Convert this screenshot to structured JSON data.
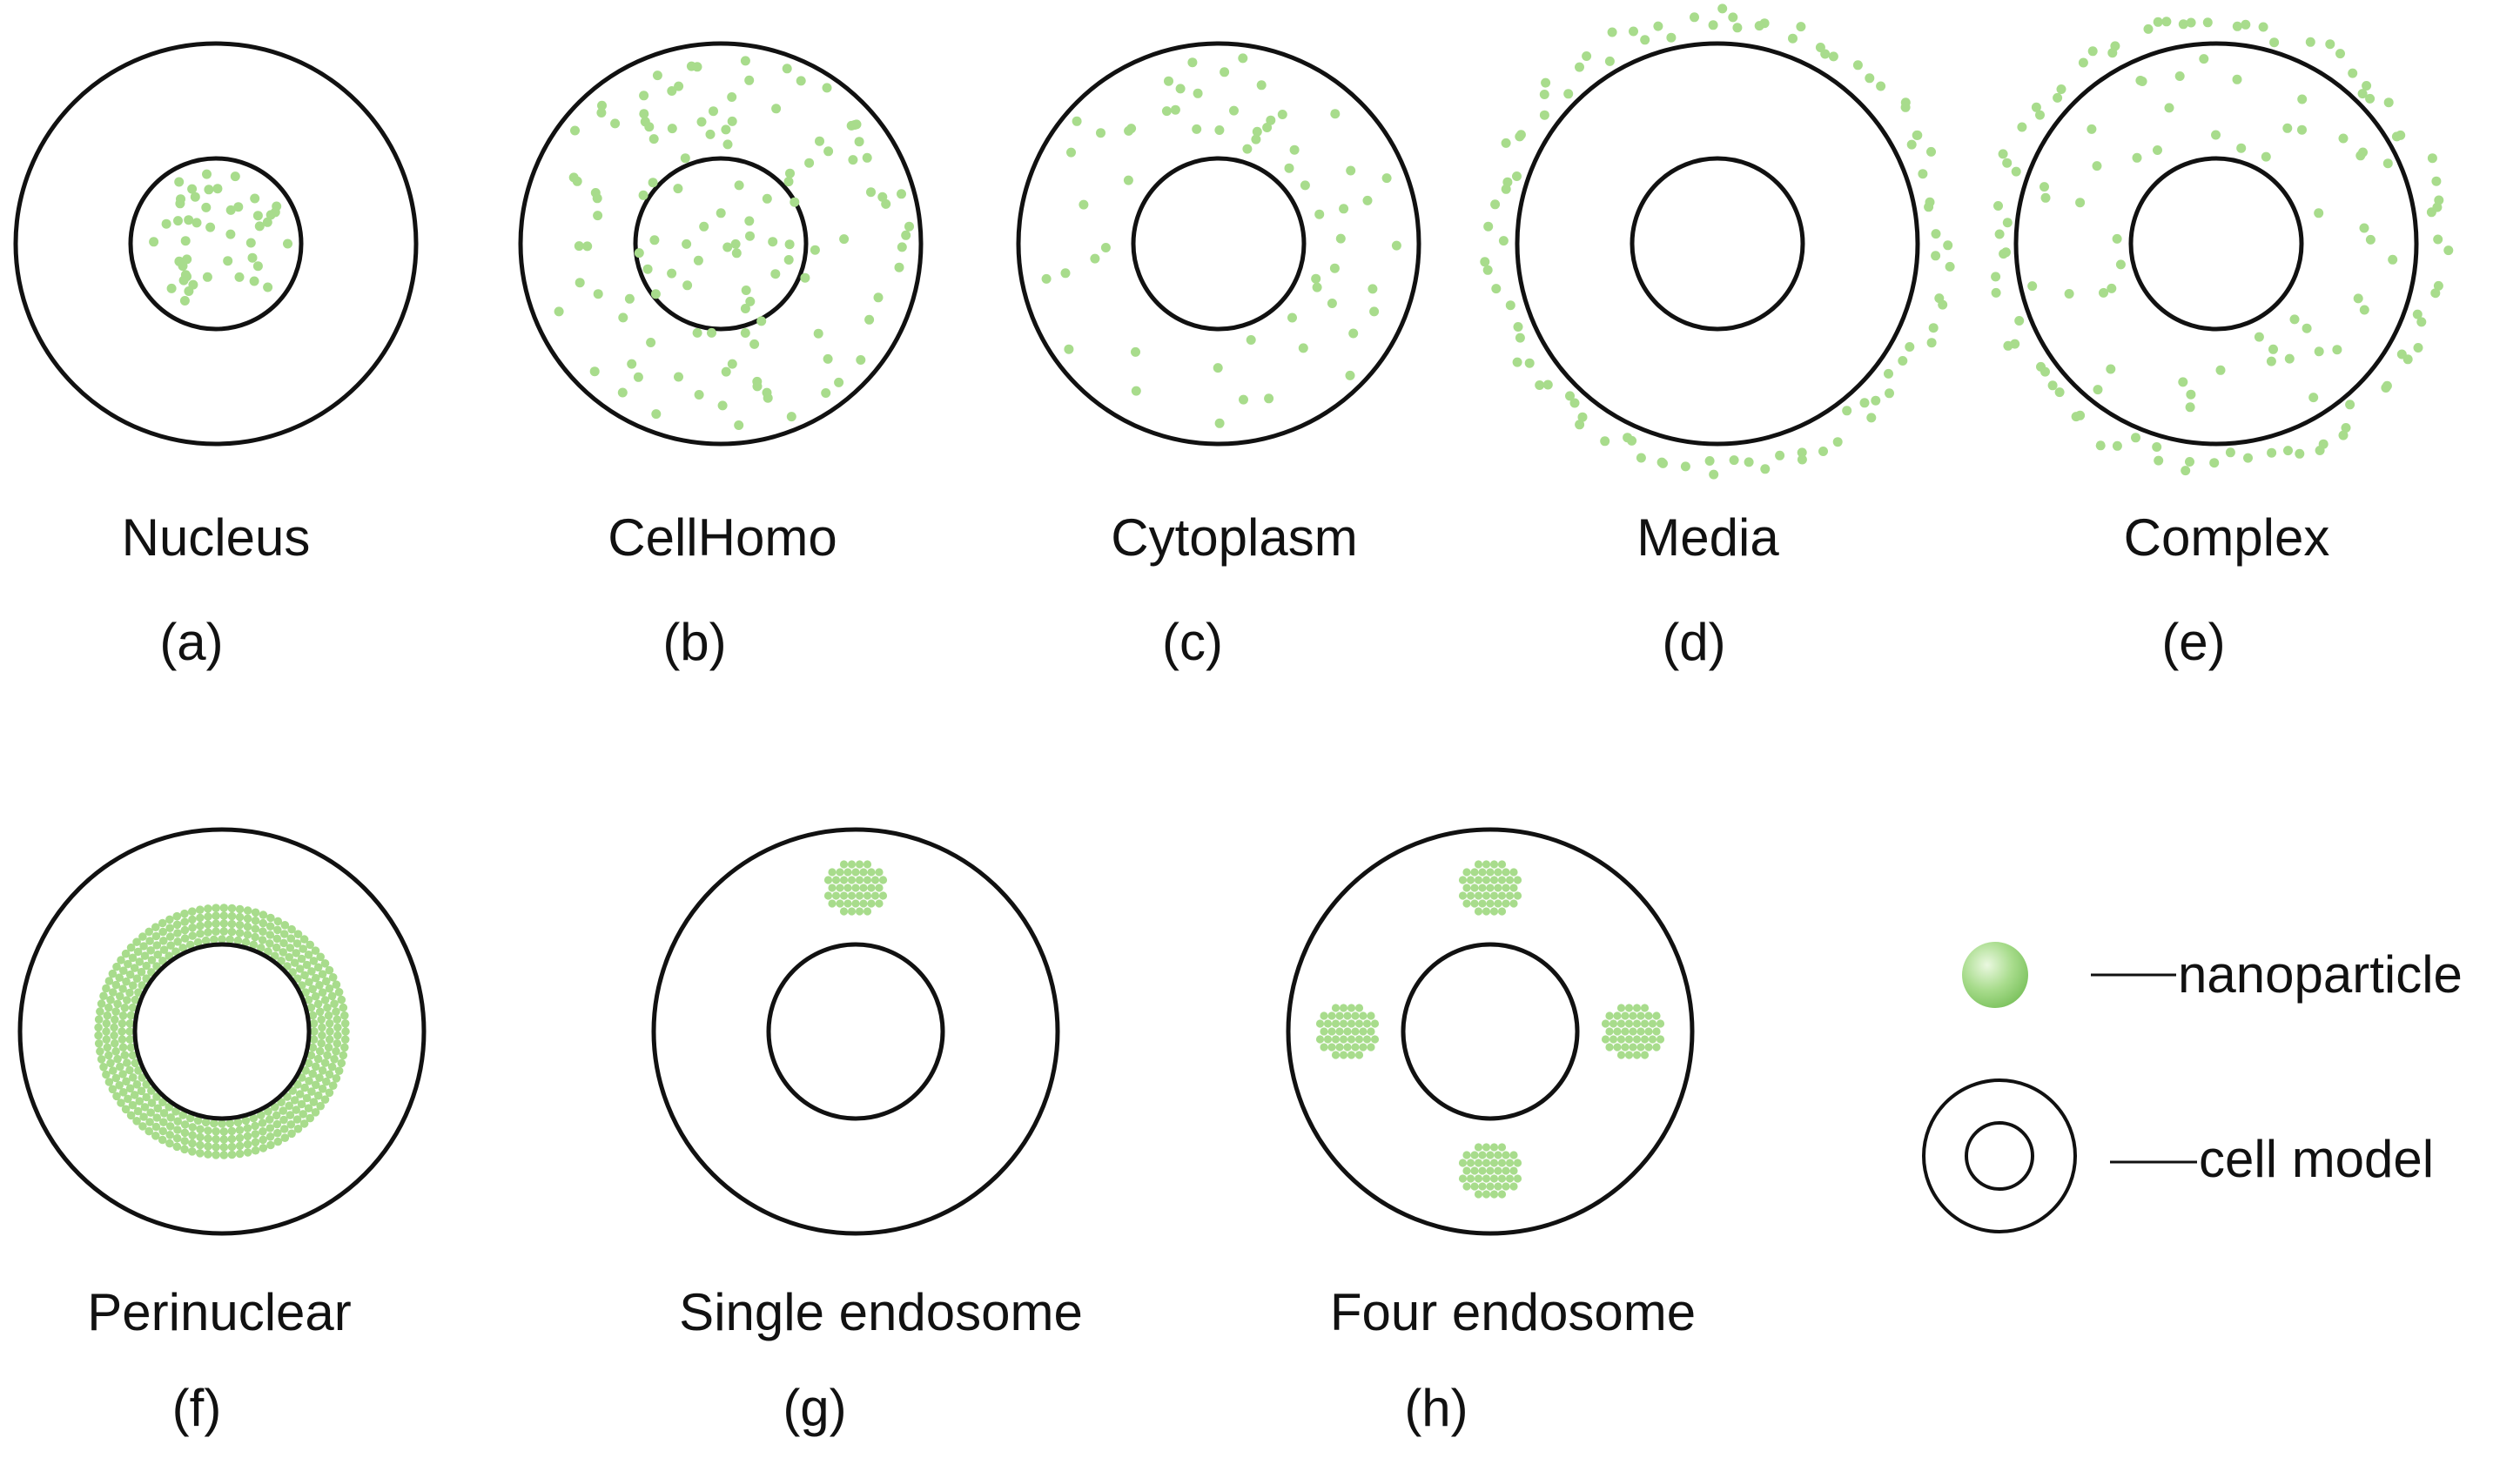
{
  "panels": [
    {
      "id": "a",
      "name": "Nucleus",
      "tag": "(a)",
      "distribution": "nucleus"
    },
    {
      "id": "b",
      "name": "CellHomo",
      "tag": "(b)",
      "distribution": "whole-cell"
    },
    {
      "id": "c",
      "name": "Cytoplasm",
      "tag": "(c)",
      "distribution": "cytoplasm"
    },
    {
      "id": "d",
      "name": "Media",
      "tag": "(d)",
      "distribution": "outside-membrane"
    },
    {
      "id": "e",
      "name": "Complex",
      "tag": "(e)",
      "distribution": "cytoplasm-and-outside"
    },
    {
      "id": "f",
      "name": "Perinuclear",
      "tag": "(f)",
      "distribution": "perinuclear-ring"
    },
    {
      "id": "g",
      "name": "Single endosome",
      "tag": "(g)",
      "distribution": "one-cluster"
    },
    {
      "id": "h",
      "name": "Four endosome",
      "tag": "(h)",
      "distribution": "four-clusters"
    }
  ],
  "legend": {
    "nanoparticle": "nanoparticle",
    "cell_model": "cell model"
  },
  "colors": {
    "particle": "#a8dc8c",
    "particle_highlight": "#e6f6dc",
    "particle_dark": "#78be5a",
    "outline": "#111111",
    "background": "#ffffff"
  }
}
